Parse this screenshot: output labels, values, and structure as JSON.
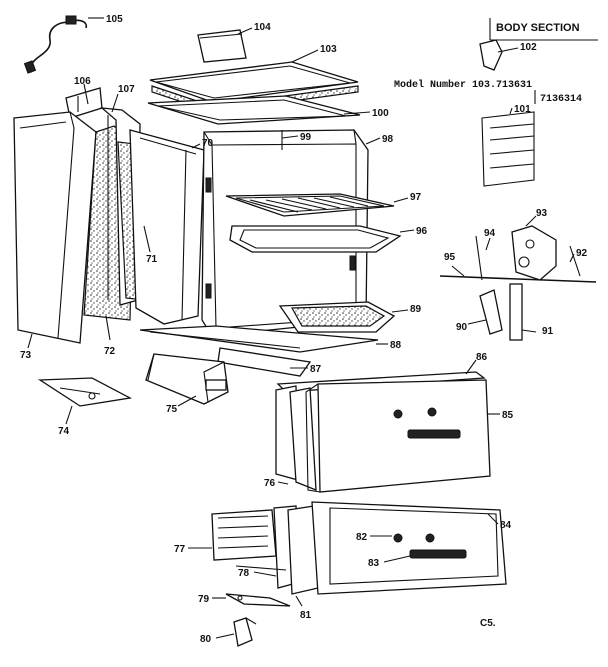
{
  "header": {
    "section_title": "BODY SECTION",
    "model_line_1": "Model Number 103.713631",
    "model_line_2": "7136314",
    "page_code": "C5."
  },
  "part_labels": {
    "p70": "70",
    "p71": "71",
    "p72": "72",
    "p73": "73",
    "p74": "74",
    "p75": "75",
    "p76": "76",
    "p77": "77",
    "p78": "78",
    "p79": "79",
    "p80": "80",
    "p81": "81",
    "p82": "82",
    "p83": "83",
    "p84": "84",
    "p85": "85",
    "p86": "86",
    "p87": "87",
    "p88": "88",
    "p89": "89",
    "p90": "90",
    "p91": "91",
    "p92": "92",
    "p93": "93",
    "p94": "94",
    "p95": "95",
    "p96": "96",
    "p97": "97",
    "p98": "98",
    "p99": "99",
    "p100": "100",
    "p101": "101",
    "p102": "102",
    "p103": "103",
    "p104": "104",
    "p105": "105",
    "p106": "106",
    "p107": "107"
  }
}
